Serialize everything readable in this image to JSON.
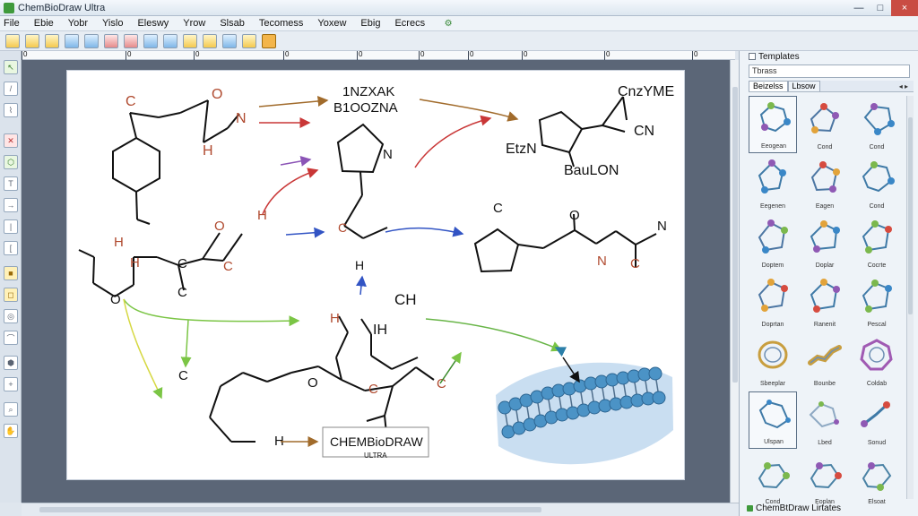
{
  "window": {
    "title": "ChemBioDraw Ultra",
    "minimize_symbol": "—",
    "maximize_symbol": "□",
    "close_symbol": "×"
  },
  "menu": [
    {
      "label": "File"
    },
    {
      "label": "Ebie"
    },
    {
      "label": "Yobr"
    },
    {
      "label": "Yislo"
    },
    {
      "label": "Eleswy"
    },
    {
      "label": "Yrow"
    },
    {
      "label": "Slsab"
    },
    {
      "label": "Tecomess"
    },
    {
      "label": "Yoxew"
    },
    {
      "label": "Ebig"
    },
    {
      "label": "Ecrecs"
    }
  ],
  "toolbar": {
    "buttons": [
      "open",
      "save",
      "print",
      "copy",
      "paste",
      "undo",
      "redo",
      "zoom-in",
      "zoom-out",
      "structure",
      "bond",
      "template",
      "settings",
      "active-tool"
    ]
  },
  "ruler": {
    "labels": [
      "0",
      "0",
      "0",
      "0",
      "0",
      "0",
      "0",
      "0",
      "0",
      "0"
    ]
  },
  "right_panel": {
    "title": "Templates",
    "search": "Tbrass",
    "tabs": [
      "Beizelss",
      "Lbsow"
    ],
    "template_labels": [
      "Eeogean",
      "Cond",
      "Cond",
      "Eegenen",
      "Eagen",
      "Cond",
      "Doptem",
      "Doplar",
      "Cocrte",
      "Doprtan",
      "Ranenit",
      "Pescal",
      "Sbeeplar",
      "Bounbe",
      "Coldab",
      "Ulspan",
      "Lbed",
      "Sonud",
      "Cond",
      "Eoplan",
      "Elsoat"
    ],
    "status": "ChemBtDraw Lirtates"
  },
  "canvas": {
    "labels": {
      "top_center_1": "1NZXAK",
      "top_center_2": "B1OOZNA",
      "top_right": "CnzYME",
      "cn": "CN",
      "etn": "EtzN",
      "bau": "BauLON",
      "ch": "CH",
      "h": "H",
      "o": "O",
      "n": "N",
      "c": "C",
      "ih": "IH",
      "brand_1": "CHEMBioDRAW",
      "brand_2": "ULTRA"
    }
  }
}
